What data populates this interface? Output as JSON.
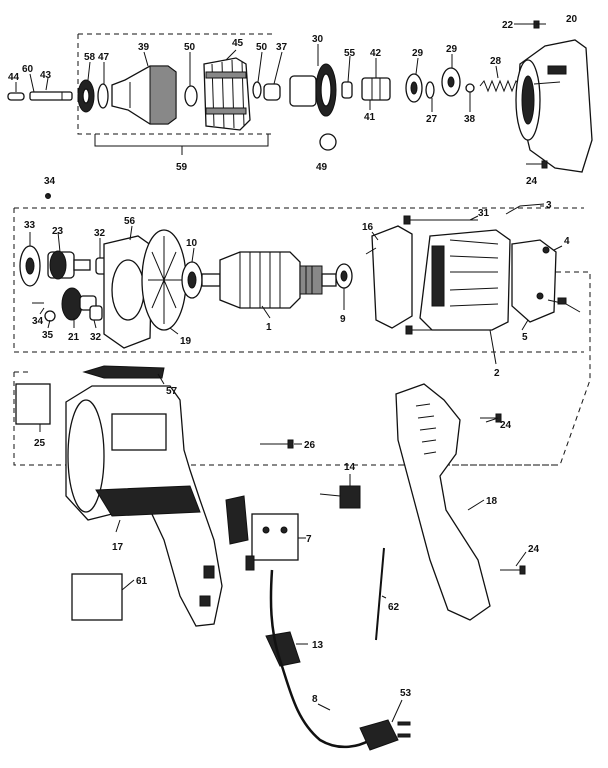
{
  "diagram": {
    "callouts": {
      "c44": "44",
      "c60": "60",
      "c43": "43",
      "c58": "58",
      "c47": "47",
      "c39": "39",
      "c50a": "50",
      "c45": "45",
      "c50b": "50",
      "c37": "37",
      "c30": "30",
      "c55": "55",
      "c42": "42",
      "c29a": "29",
      "c29b": "29",
      "c28": "28",
      "c22": "22",
      "c20": "20",
      "c41": "41",
      "c27": "27",
      "c38": "38",
      "c49": "49",
      "c59": "59",
      "c24a": "24",
      "c34a": "34",
      "c33": "33",
      "c23": "23",
      "c56": "56",
      "c32a": "32",
      "c10": "10",
      "c16": "16",
      "c31": "31",
      "c3": "3",
      "c4": "4",
      "c34b": "34",
      "c35": "35",
      "c21": "21",
      "c32b": "32",
      "c19": "19",
      "c1": "1",
      "c9": "9",
      "c5": "5",
      "c2": "2",
      "c57": "57",
      "c25": "25",
      "c24b": "24",
      "c26": "26",
      "c14": "14",
      "c18": "18",
      "c7": "7",
      "c17": "17",
      "c61": "61",
      "c24c": "24",
      "c62": "62",
      "c13": "13",
      "c8": "8",
      "c53": "53"
    }
  }
}
